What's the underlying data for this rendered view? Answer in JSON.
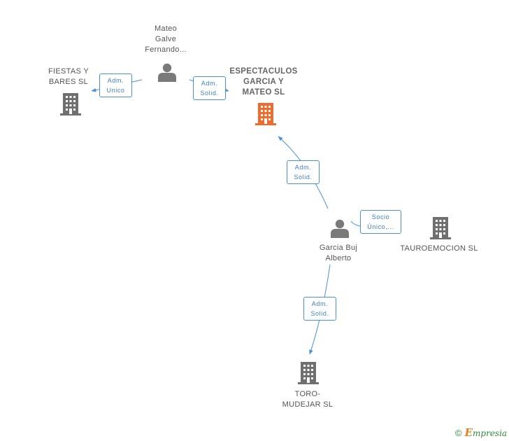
{
  "nodes": {
    "mateo": {
      "lines": [
        "Mateo",
        "Galve",
        "Fernando..."
      ],
      "type": "person"
    },
    "fiestas": {
      "lines": [
        "FIESTAS Y",
        "BARES SL"
      ],
      "type": "company"
    },
    "espectaculos": {
      "lines": [
        "ESPECTACULOS",
        "GARCIA Y",
        "MATEO  SL"
      ],
      "type": "company-main"
    },
    "garcia": {
      "lines": [
        "Garcia Buj",
        "Alberto"
      ],
      "type": "person"
    },
    "tauroemocion": {
      "lines": [
        "TAUROEMOCION SL"
      ],
      "type": "company"
    },
    "toro": {
      "lines": [
        "TORO-",
        "MUDEJAR SL"
      ],
      "type": "company"
    }
  },
  "relations": {
    "mateo_fiestas": [
      "Adm.",
      "Unico"
    ],
    "mateo_espectaculos": [
      "Adm.",
      "Solid."
    ],
    "garcia_espectaculos": [
      "Adm.",
      "Solid."
    ],
    "garcia_tauroemocion": [
      "Socio",
      "Único,..."
    ],
    "garcia_toro": [
      "Adm.",
      "Solid."
    ]
  },
  "icons": {
    "person": "person-icon",
    "company": "building-icon"
  },
  "colors": {
    "line": "#4a90d9",
    "company": "#6f6f6f",
    "main_company": "#f26b2e",
    "person": "#7a7a7a"
  },
  "footer": {
    "copyright": "©",
    "brand_initial": "E",
    "brand_rest": "mpresia"
  }
}
